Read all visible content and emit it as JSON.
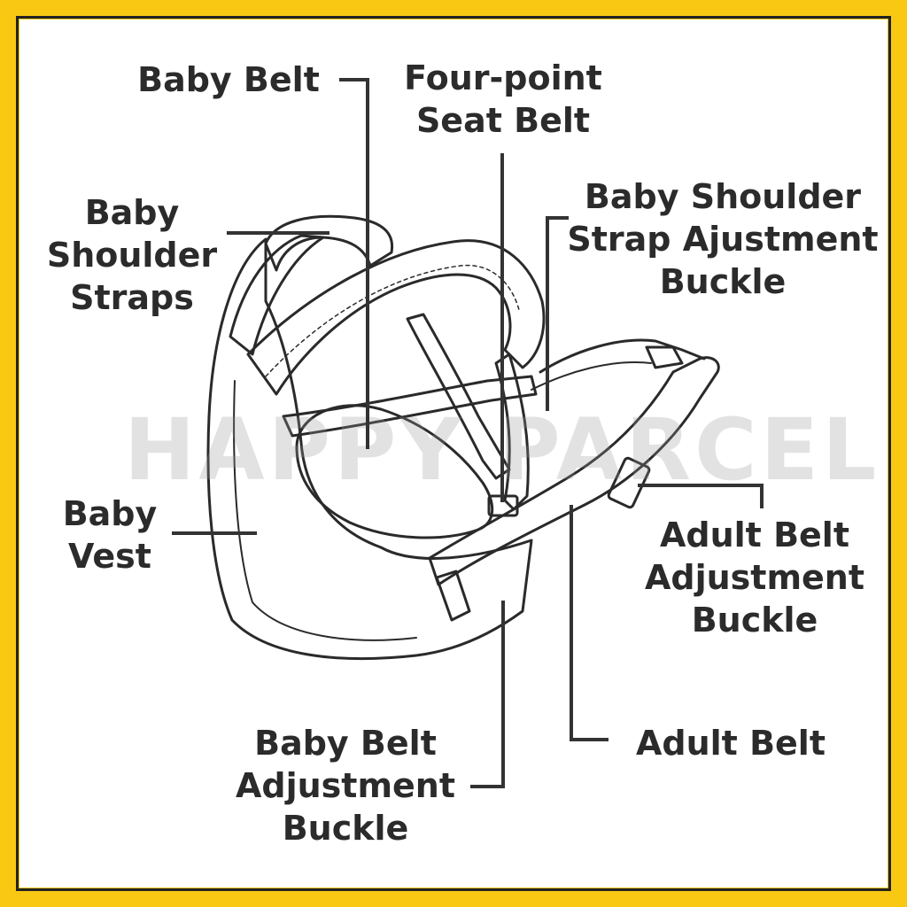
{
  "colors": {
    "frame": "#F8C813",
    "ink": "#2b2b2b",
    "line": "#333333"
  },
  "watermark": "HAPPY PARCEL",
  "labels": {
    "baby_belt": [
      "Baby Belt"
    ],
    "four_point": [
      "Four-point",
      "Seat Belt"
    ],
    "baby_shoulder_straps": [
      "Baby",
      "Shoulder",
      "Straps"
    ],
    "shoulder_strap_buckle": [
      "Baby Shoulder",
      "Strap Ajustment",
      "Buckle"
    ],
    "baby_vest": [
      "Baby",
      "Vest"
    ],
    "adult_belt_buckle": [
      "Adult Belt",
      "Adjustment",
      "Buckle"
    ],
    "adult_belt": [
      "Adult Belt"
    ],
    "baby_belt_buckle": [
      "Baby Belt",
      "Adjustment",
      "Buckle"
    ]
  }
}
